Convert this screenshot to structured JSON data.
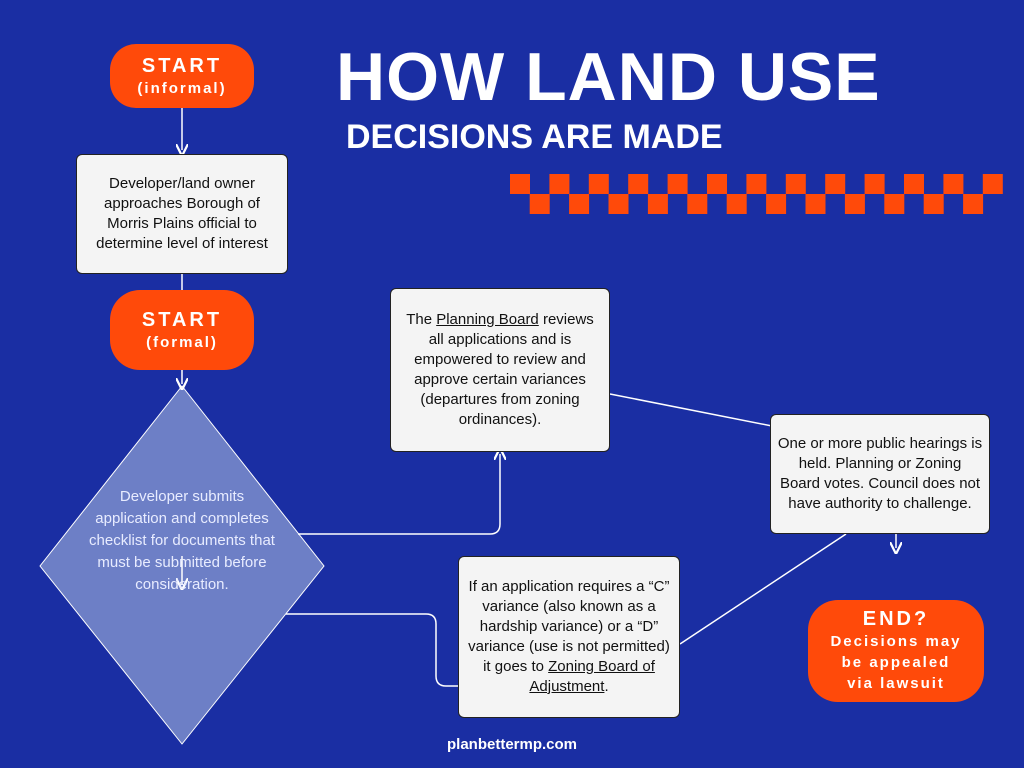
{
  "title": "HOW LAND USE",
  "subtitle": "DECISIONS ARE MADE",
  "start_informal": {
    "label": "START",
    "sub": "(informal)"
  },
  "step_informal": "Developer/land owner approaches Borough of Morris Plains official to determine level of interest",
  "start_formal": {
    "label": "START",
    "sub": "(formal)"
  },
  "diamond": "Developer submits application and completes checklist for documents that must be  submitted before consideration.",
  "planning_box": {
    "pre": "The ",
    "link": "Planning Board",
    "post": " reviews all applications and is empowered to review and approve certain variances (departures from zoning ordinances)."
  },
  "hearing_box": "One or more public hearings is held. Planning or Zoning Board votes. Council does not have authority to challenge.",
  "zoning_box": {
    "pre": "If an application requires a “C” variance (also known as a hardship variance) or a “D” variance (use is not permitted) it goes to ",
    "link": "Zoning Board of Adjustment",
    "post": "."
  },
  "end_pill": {
    "label": "END?",
    "line1": "Decisions may",
    "line2": "be appealed",
    "line3": "via lawsuit"
  },
  "url": "planbettermp.com",
  "colors": {
    "background": "#1a2ea3",
    "accent": "#ff4a0a",
    "box": "#f4f4f4",
    "diamond": "#6d7fc6"
  }
}
